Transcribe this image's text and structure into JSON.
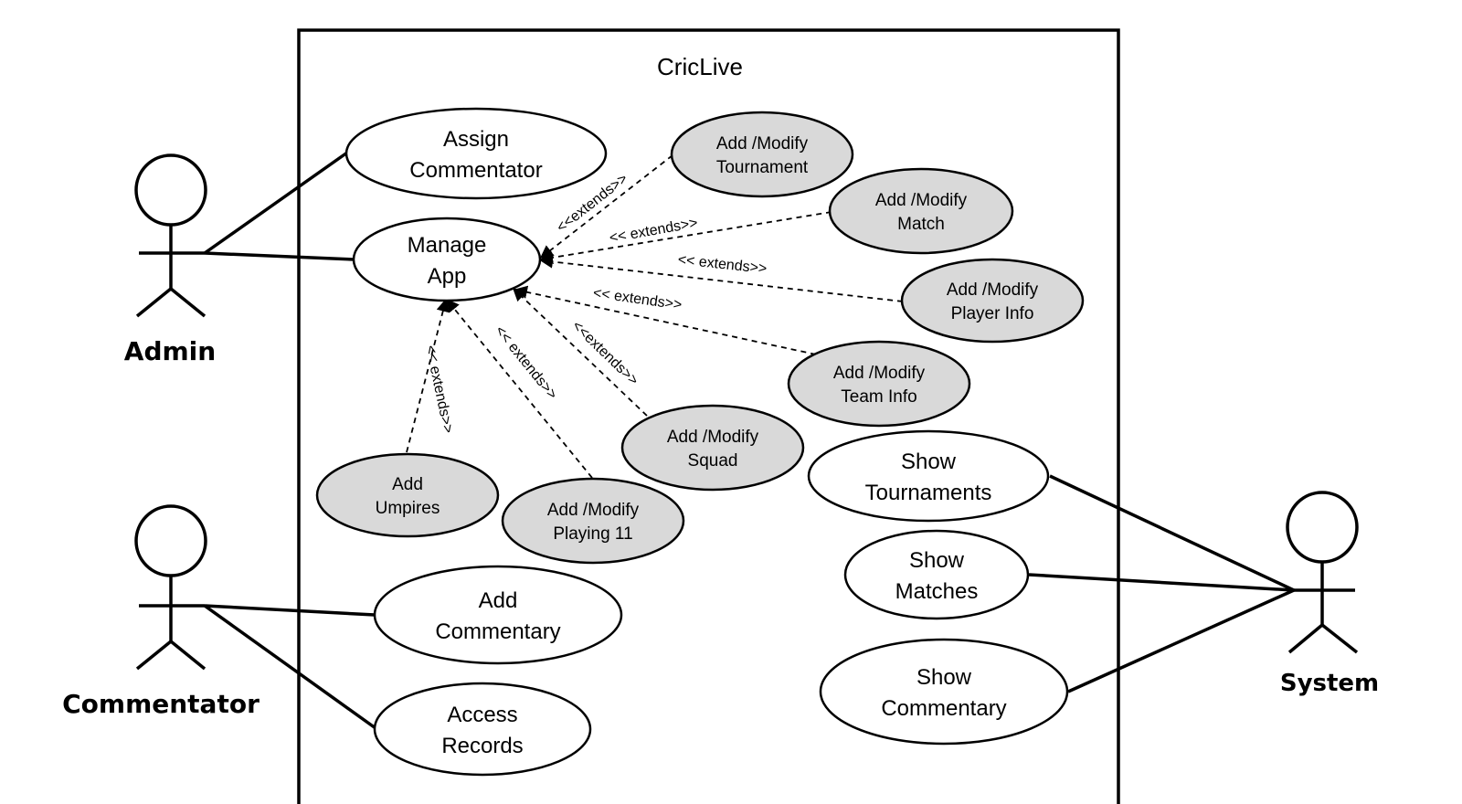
{
  "system": {
    "title": "CricLive"
  },
  "actors": {
    "admin": "Admin",
    "commentator": "Commentator",
    "system": "System"
  },
  "use_cases": {
    "assign_commentator": [
      "Assign",
      "Commentator"
    ],
    "manage_app": [
      "Manage",
      "App"
    ],
    "add_commentary": [
      "Add",
      "Commentary"
    ],
    "access_records": [
      "Access",
      "Records"
    ],
    "show_tournaments": [
      "Show",
      "Tournaments"
    ],
    "show_matches": [
      "Show",
      "Matches"
    ],
    "show_commentary": [
      "Show",
      "Commentary"
    ],
    "add_modify_tournament": [
      "Add /Modify",
      "Tournament"
    ],
    "add_modify_match": [
      "Add /Modify",
      "Match"
    ],
    "add_modify_player_info": [
      "Add /Modify",
      "Player Info"
    ],
    "add_modify_team_info": [
      "Add /Modify",
      "Team Info"
    ],
    "add_modify_squad": [
      "Add /Modify",
      "Squad"
    ],
    "add_modify_playing_11": [
      "Add /Modify",
      "Playing 11"
    ],
    "add_umpires": [
      "Add",
      "Umpires"
    ]
  },
  "relations": {
    "ext_tournament": "<<extends>>",
    "ext_match": "<< extends>>",
    "ext_player_info": "<< extends>>",
    "ext_team_info": "<< extends>>",
    "ext_squad": "<<extends>>",
    "ext_playing_11": "<< extends>>",
    "ext_umpires": "<< extends>>"
  },
  "colors": {
    "extension_fill": "#d9d9d9",
    "base_fill": "#ffffff",
    "stroke": "#000000"
  }
}
